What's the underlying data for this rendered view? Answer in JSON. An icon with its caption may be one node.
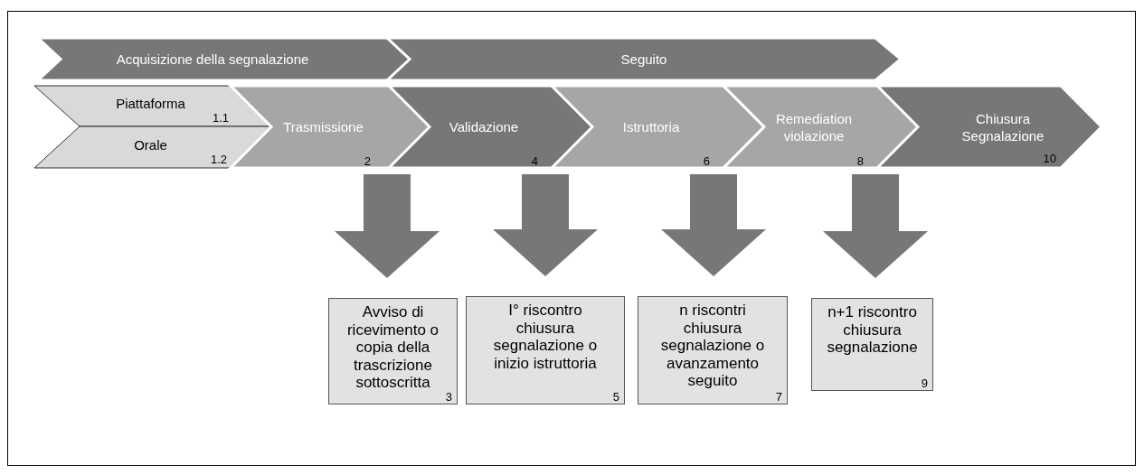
{
  "diagram": {
    "nodes": [
      {
        "text": [
          "Acquisizione della segnalazione"
        ]
      },
      {
        "text": [
          "Seguito"
        ]
      },
      {
        "text": [
          "Piattaforma",
          "1.1"
        ]
      },
      {
        "text": [
          "Orale",
          "1.2"
        ]
      },
      {
        "text": [
          "Trasmissione",
          "2"
        ]
      },
      {
        "text": [
          "Validazione",
          "4"
        ]
      },
      {
        "text": [
          "Istruttoria",
          "6"
        ]
      },
      {
        "text": [
          "Remediation violazione",
          "8"
        ]
      },
      {
        "text": [
          "Chiusura Segnalazione",
          "10"
        ]
      },
      {
        "text": [
          "Avviso di ricevimento o copia della trascrizione sottoscritta",
          "3"
        ]
      },
      {
        "text": [
          "I° riscontro chiusura segnalazione o inizio istruttoria",
          "5"
        ]
      },
      {
        "text": [
          "n riscontri chiusura segnalazione o avanzamento seguito",
          "7"
        ]
      },
      {
        "text": [
          "n+1 riscontro chiusura segnalazione",
          "9"
        ]
      }
    ],
    "edges": [
      {
        "from": 4,
        "to": 9,
        "arrow": "to"
      },
      {
        "from": 5,
        "to": 10,
        "arrow": "to"
      },
      {
        "from": 6,
        "to": 11,
        "arrow": "to"
      },
      {
        "from": 7,
        "to": 12,
        "arrow": "to"
      }
    ]
  }
}
